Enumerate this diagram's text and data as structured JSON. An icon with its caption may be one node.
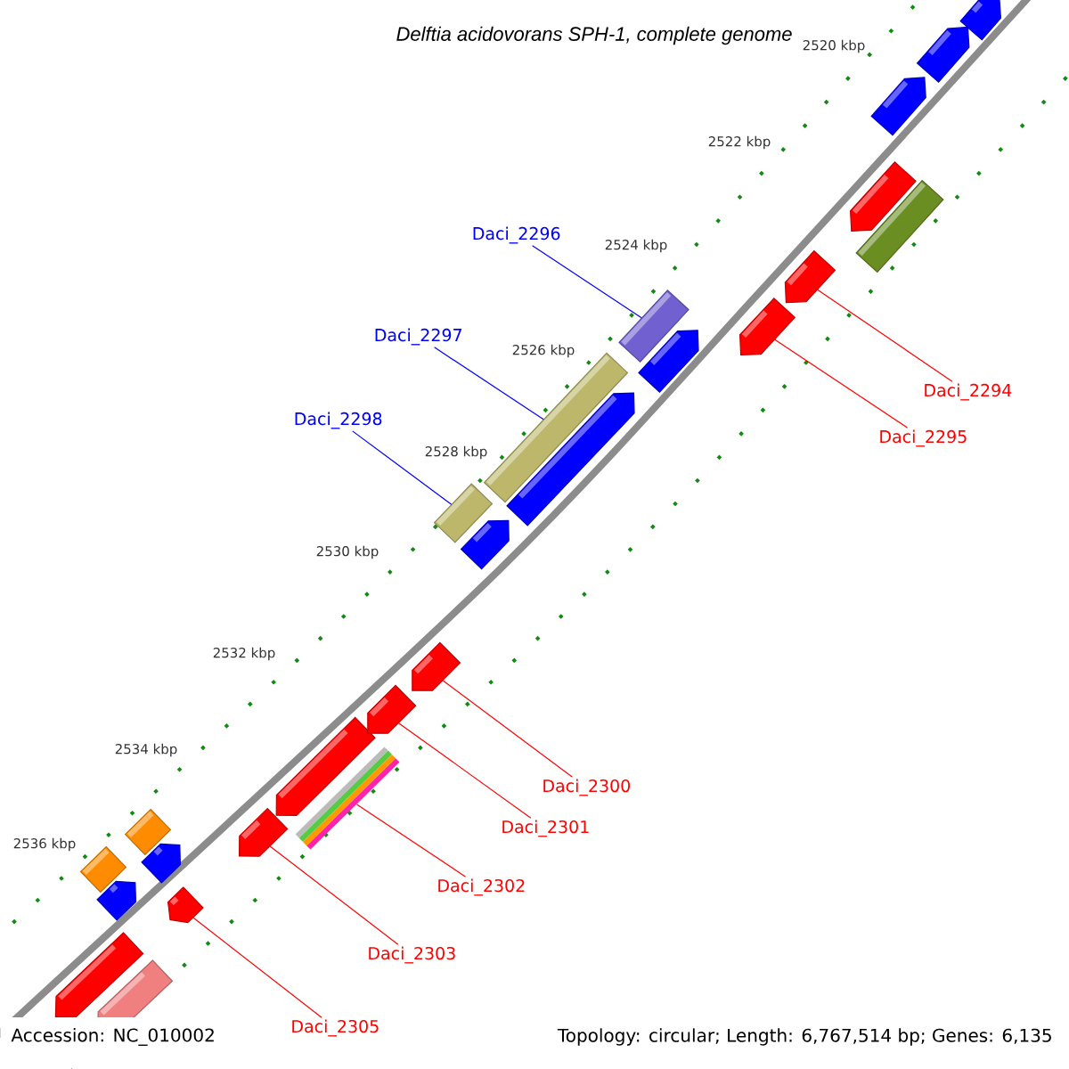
{
  "diagram": {
    "title": "Delftia acidovorans SPH-1, complete genome",
    "nodes": [
      {
        "text": [
          "Daci_2296"
        ]
      },
      {
        "text": [
          "Daci_2297"
        ]
      },
      {
        "text": [
          "Daci_2294"
        ]
      },
      {
        "text": [
          "Daci_2298"
        ]
      },
      {
        "text": [
          "Daci_2295"
        ]
      },
      {
        "text": [
          "Daci_2300"
        ]
      },
      {
        "text": [
          "Daci_2301"
        ]
      },
      {
        "text": [
          "Daci_2302"
        ]
      },
      {
        "text": [
          "Daci_2303"
        ]
      },
      {
        "text": [
          "Daci_2305"
        ]
      },
      {
        "text": [],
        "shape": "pentagon"
      },
      {
        "text": [],
        "shape": "bar"
      },
      {
        "text": [],
        "shape": "pentagon"
      },
      {
        "text": [],
        "shape": "bar"
      },
      {
        "text": [],
        "shape": "bar"
      },
      {
        "text": [],
        "shape": "pentagon"
      },
      {
        "text": [],
        "shape": "pentagon"
      },
      {
        "text": [],
        "shape": "bar"
      },
      {
        "text": [],
        "shape": "pentagon"
      },
      {
        "text": [],
        "shape": "pentagon"
      }
    ],
    "edges": [
      {
        "from": 0,
        "to": 11,
        "arrow": "none",
        "color": "#0000ff"
      },
      {
        "from": 1,
        "to": 13,
        "arrow": "none",
        "color": "#0000ff"
      },
      {
        "from": 2,
        "to": 10,
        "arrow": "none"
      },
      {
        "from": 3,
        "to": 14,
        "arrow": "none",
        "color": "#0000ff"
      },
      {
        "from": 4,
        "to": 12,
        "arrow": "none"
      },
      {
        "from": 5,
        "to": 15,
        "arrow": "none"
      },
      {
        "from": 6,
        "to": 16,
        "arrow": "none"
      },
      {
        "from": 7,
        "to": 17,
        "arrow": "none"
      },
      {
        "from": 8,
        "to": 18,
        "arrow": "none"
      },
      {
        "from": 9,
        "to": 19,
        "arrow": "none"
      }
    ],
    "labels": [
      "2520 kbp",
      "2522 kbp",
      "2524 kbp",
      "2526 kbp",
      "2528 kbp",
      "2530 kbp",
      "2532 kbp",
      "2534 kbp",
      "2536 kbp",
      "Accession: NC_010002",
      "Topology: circular; Length: 6,767,514 bp; Genes: 6,135"
    ]
  }
}
